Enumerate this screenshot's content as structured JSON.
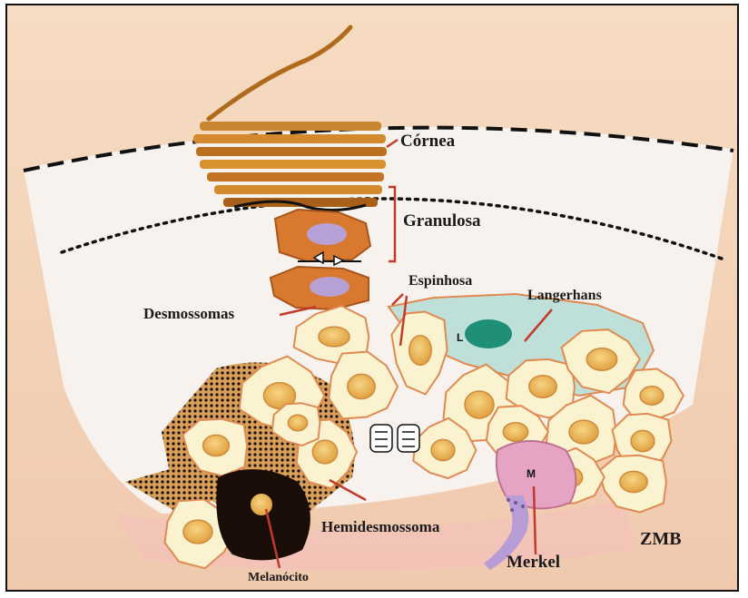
{
  "labels": {
    "cornea": "Córnea",
    "granulosa": "Granulosa",
    "espinhosa": "Espinhosa",
    "desmossomas": "Desmossomas",
    "langerhans": "Langerhans",
    "hemidesmossoma": "Hemidesmossoma",
    "melanocito": "Melanócito",
    "merkel": "Merkel",
    "zmb": "ZMB"
  },
  "cell_marks": {
    "langerhans_letter": "L",
    "merkel_letter": "M"
  },
  "colors": {
    "background": "#f3d3b8",
    "epidermis_band": "#f7f2ee",
    "cornea_layer": "#c87a2a",
    "granular_cell": "#d9782f",
    "granule": "#b7a0d6",
    "keratinocyte_fill": "#fbf3d0",
    "keratinocyte_border": "#e08a52",
    "nucleus": "#e9b04c",
    "langerhans_area": "#bfe0d8",
    "langerhans_nucleus": "#1f8f78",
    "merkel_cell": "#e6a4c4",
    "merkel_nerve": "#b89cd6",
    "melanocyte": "#1a0d08",
    "leader_line": "#c23a2a",
    "label_text": "#1a1a1a"
  }
}
